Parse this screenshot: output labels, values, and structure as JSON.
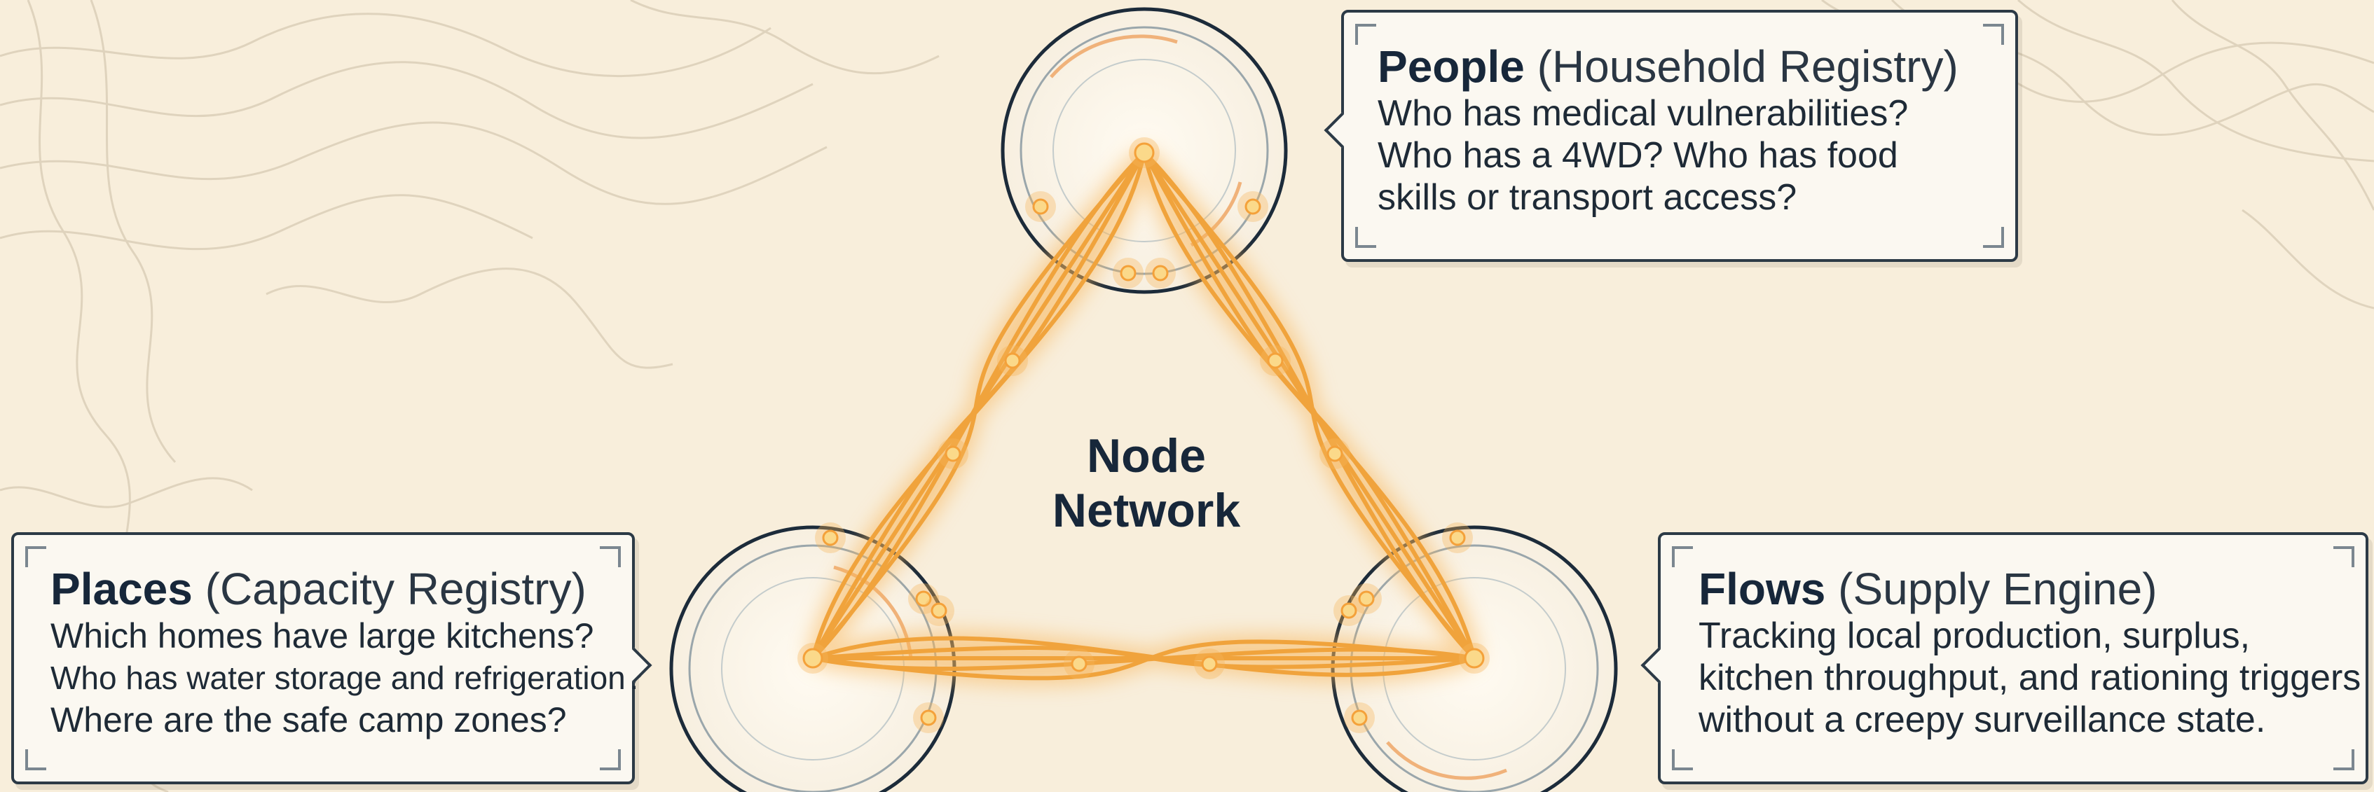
{
  "center_label": [
    "Node",
    "Network"
  ],
  "people": {
    "title": "People",
    "subtitle": "(Household Registry)",
    "lines": [
      "Who has medical vulnerabilities?",
      "Who has a 4WD? Who has food",
      "skills or transport access?"
    ]
  },
  "places": {
    "title": "Places",
    "subtitle": "(Capacity Registry)",
    "lines": [
      "Which homes have large kitchens?",
      "Who has water storage and refrigeration?",
      "Where are the safe camp zones?"
    ]
  },
  "flows": {
    "title": "Flows",
    "subtitle": "(Supply Engine)",
    "lines": [
      "Tracking local production, surplus,",
      "kitchen throughput, and rationing triggers",
      "without a creepy surveillance state."
    ]
  },
  "colors": {
    "background": "#f8eedb",
    "contour": "#d7cbb4",
    "strand": "#f0a33c",
    "glow": "#f7b55a",
    "node": "#fbd98a",
    "ring": "#1c2b3a",
    "text": "#17273a"
  }
}
